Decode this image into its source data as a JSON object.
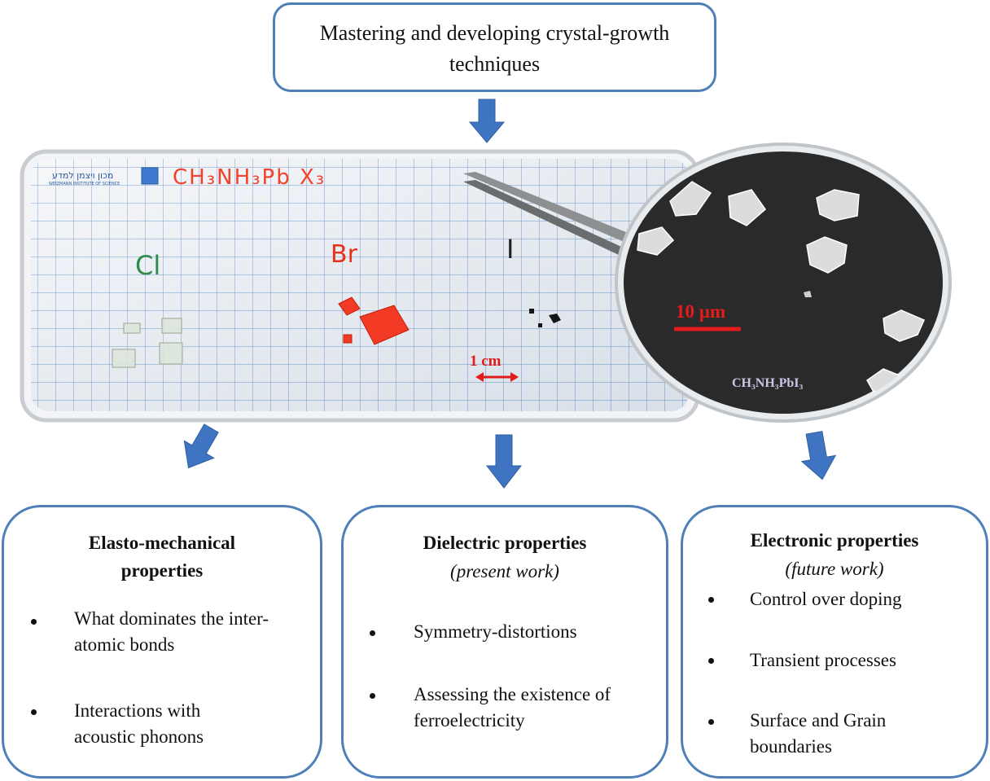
{
  "top": {
    "text": "Mastering and developing crystal-growth techniques"
  },
  "photo": {
    "formula": "CH₃NH₃Pb X₃",
    "logo_hebrew": "מכון ויצמן למדע",
    "logo_english": "WEIZMANN INSTITUTE OF SCIENCE",
    "labels": [
      "Cl",
      "Br",
      "I"
    ],
    "scale": "1 cm"
  },
  "micrograph": {
    "scale": "10 µm",
    "compound": "CH₃NH₃PbI₃"
  },
  "boxes": [
    {
      "title": "Elasto-mechanical properties",
      "subtitle": "",
      "bullets": [
        "What dominates the inter-atomic bonds",
        "Interactions with acoustic phonons"
      ]
    },
    {
      "title": "Dielectric properties",
      "subtitle": "(present work)",
      "bullets": [
        "Symmetry-distortions",
        "Assessing the existence of ferroelectricity"
      ]
    },
    {
      "title": "Electronic properties",
      "subtitle": "(future work)",
      "bullets": [
        "Control over doping",
        "Transient processes",
        "Surface and Grain boundaries"
      ]
    }
  ],
  "colors": {
    "border": "#4f7fb8",
    "arrow": "#3f74c3",
    "scalebar": "#e21b1b"
  }
}
